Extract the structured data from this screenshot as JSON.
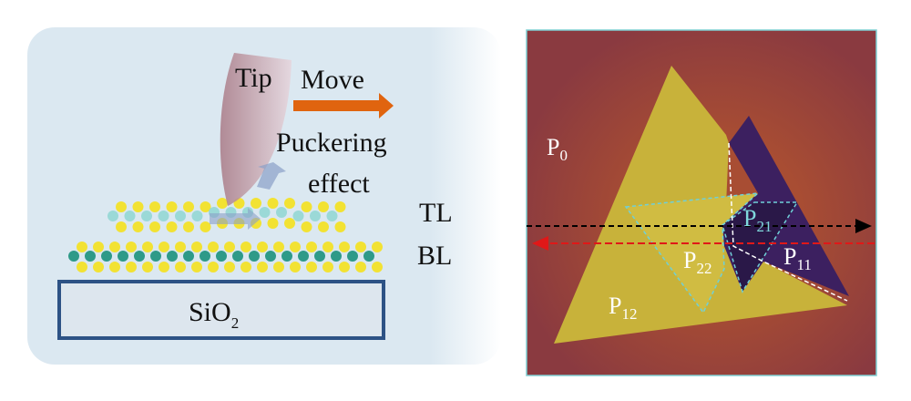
{
  "left_panel": {
    "tip_label": "Tip",
    "move_label": "Move",
    "puckering_label_1": "Puckering",
    "puckering_label_2": "effect",
    "tl_label": "TL",
    "bl_label": "BL",
    "substrate_label": "SiO",
    "substrate_subscript": "2",
    "colors": {
      "background": "#dbe8f1",
      "arrow": "#e0640f",
      "substrate_border": "#2d5285",
      "sulfur": "#f2e233",
      "metal_top": "#8fd6d2",
      "metal_bottom": "#2e9a88"
    }
  },
  "right_panel": {
    "regions": [
      {
        "main": "P",
        "sub": "0"
      },
      {
        "main": "P",
        "sub": "21"
      },
      {
        "main": "P",
        "sub": "22"
      },
      {
        "main": "P",
        "sub": "11"
      },
      {
        "main": "P",
        "sub": "12"
      }
    ],
    "colors": {
      "background": "#8a3a3c",
      "flake_yellow": "#c8b23a",
      "flake_purple": "#3c2060",
      "outline_cyan": "#6fd0d8",
      "scan_forward": "#000000",
      "scan_backward": "#e01818"
    }
  }
}
